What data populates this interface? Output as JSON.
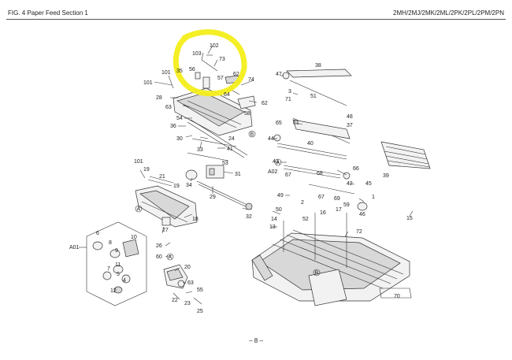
{
  "header": {
    "title": "FIG. 4  Paper Feed Section 1",
    "models": "2MH/2MJ/2MK/2ML/2PK/2PL/2PM/2PN"
  },
  "footer": {
    "page": "– 8 –"
  },
  "highlight": {
    "color": "#f3ee1a"
  },
  "callouts": {
    "p102": "102",
    "p103": "103",
    "p73": "73",
    "p101a": "101",
    "p35": "35",
    "p56": "56",
    "p62a": "62",
    "p74": "74",
    "p101b": "101",
    "p57": "57",
    "p28": "28",
    "p64": "64",
    "p62b": "62",
    "p63a": "63",
    "p58": "58",
    "p54": "54",
    "p36": "36",
    "p30": "30",
    "p24": "24",
    "p33": "33",
    "p41": "41",
    "p53": "53",
    "p31": "31",
    "p34": "34",
    "p29": "29",
    "p32": "32",
    "p101c": "101",
    "p19a": "19",
    "p21": "21",
    "p19b": "19",
    "p18": "18",
    "p27": "27",
    "p26": "26",
    "p60": "60",
    "p20": "20",
    "p63b": "63",
    "p55": "55",
    "p22": "22",
    "p23": "23",
    "p25": "25",
    "a01": "A01",
    "p6": "6",
    "p8": "8",
    "p10": "10",
    "p9": "9",
    "p11": "11",
    "p7": "7",
    "p5": "5",
    "p4": "4",
    "p12": "12",
    "p38": "38",
    "p47": "47",
    "p3": "3",
    "p51": "51",
    "p71": "71",
    "p48": "48",
    "p61": "61",
    "p37": "37",
    "p65": "65",
    "p44": "44",
    "p40": "40",
    "p43": "43",
    "p66": "66",
    "a02": "A02",
    "p67a": "67",
    "p68": "68",
    "p42": "42",
    "p45": "45",
    "p39": "39",
    "p49": "49",
    "p2": "2",
    "p1": "1",
    "p50": "50",
    "p52": "52",
    "p16": "16",
    "p67b": "67",
    "p69": "69",
    "p17": "17",
    "p46": "46",
    "p14": "14",
    "p13": "13",
    "p15": "15",
    "p72": "72",
    "p59": "59",
    "p70": "70",
    "refA1": "A",
    "refA2": "A",
    "refA3": "A",
    "refB1": "B",
    "refB2": "B"
  }
}
